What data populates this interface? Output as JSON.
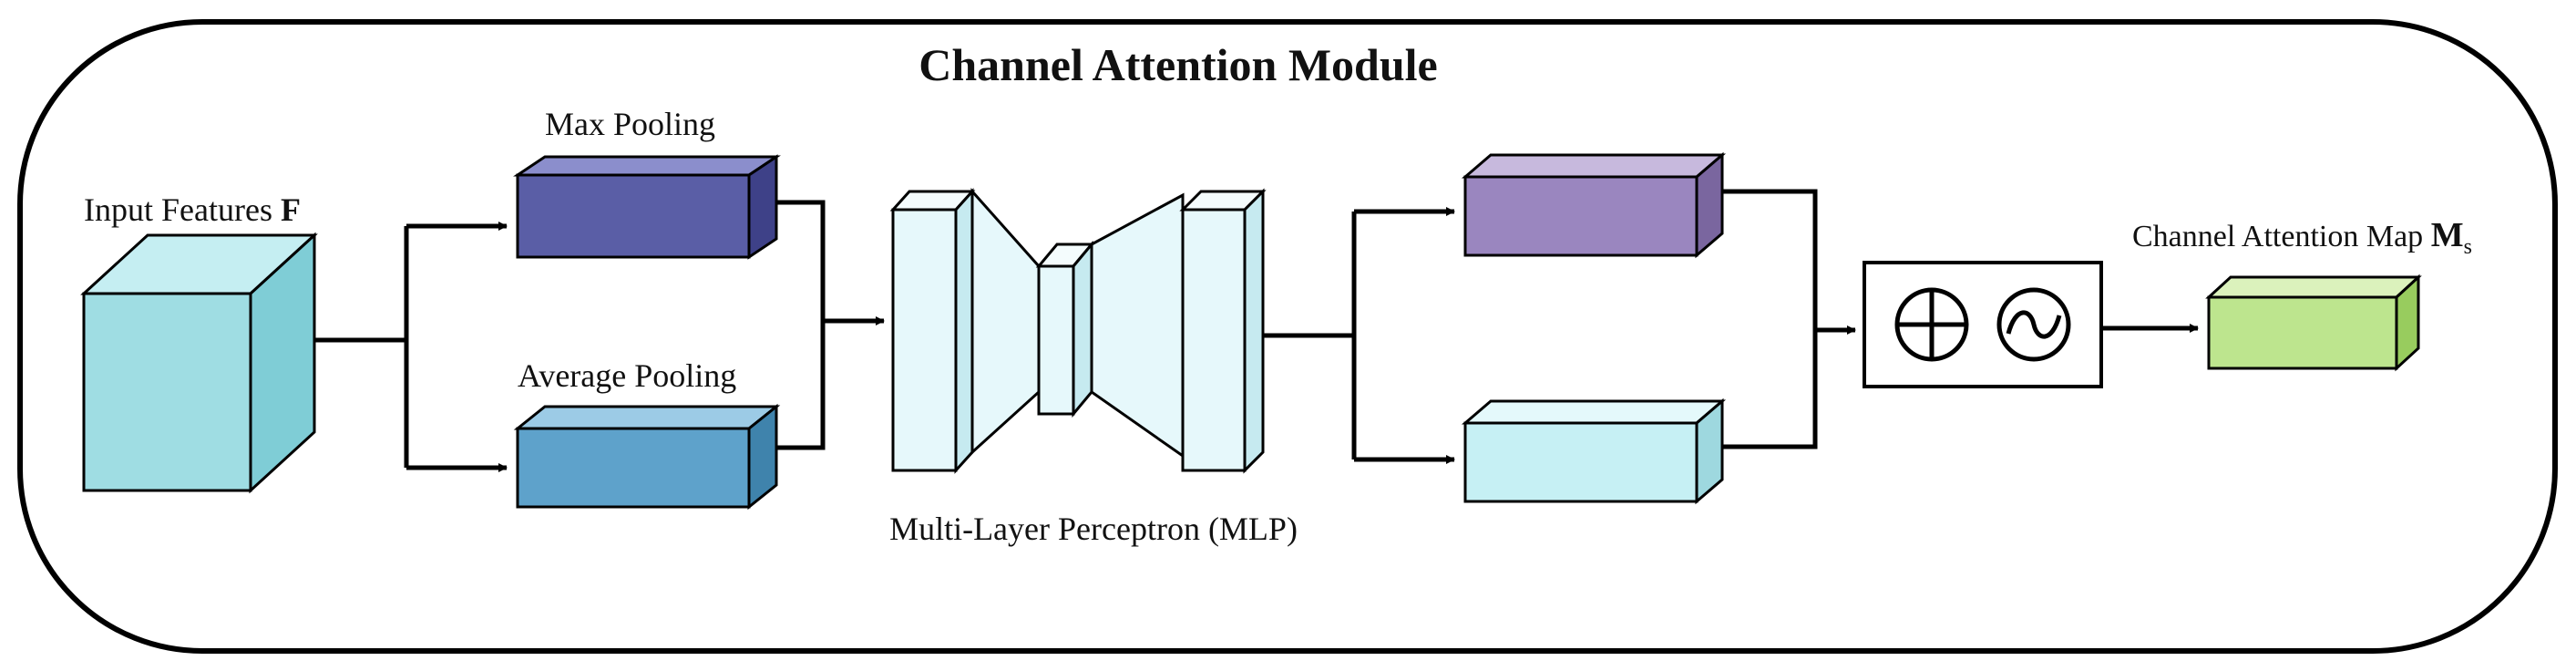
{
  "title": "Channel Attention Module",
  "labels": {
    "input": "Input Features ",
    "input_symbol": "F",
    "max_pool": "Max Pooling",
    "avg_pool": "Average Pooling",
    "mlp": "Multi-Layer Perceptron (MLP)",
    "output": "Channel Attention Map ",
    "output_symbol": "M",
    "output_subscript": "s"
  },
  "operators": {
    "sum": "⊕",
    "sigmoid": "sigmoid"
  },
  "colors": {
    "input_cube": "#9fdde3",
    "max_pool_block": "#5a5ea6",
    "avg_pool_block": "#5ea2cb",
    "mlp_block": "#e6f8fb",
    "out_max_block": "#9a86bf",
    "out_avg_block": "#c6f0f4",
    "attention_map_block": "#bde58e",
    "frame": "#000000"
  }
}
